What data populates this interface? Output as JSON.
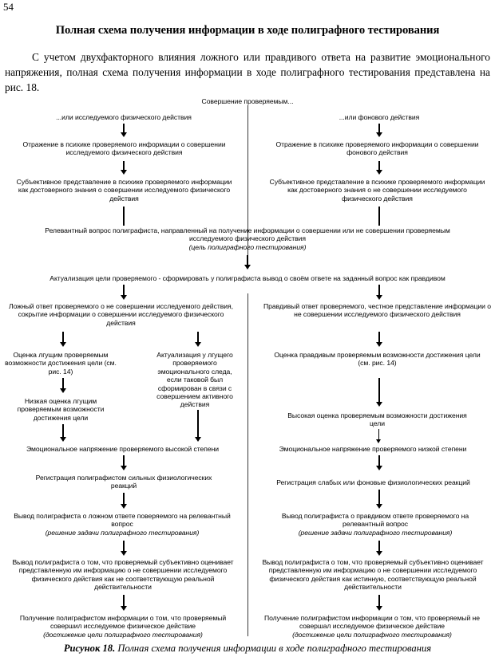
{
  "page": {
    "number": "54",
    "title": "Полная схема получения информации в ходе полиграфного тестирования",
    "intro": "С учетом двухфакторного влияния ложного или правдивого ответа на развитие эмоционального напряжения, полная схема получения информации в ходе полиграфного тестирования представлена на рис. 18.",
    "caption_label": "Рисунок 18.",
    "caption_text": " Полная схема получения информации в ходе полиграфного тестирования"
  },
  "diagram": {
    "header": "Совершение проверяемым...",
    "left": {
      "n1": "...или исследуемого физического действия",
      "n2": "Отражение в психике проверяемого информации о совершении исследуемого физического действия",
      "n3": "Субъективное представление в психике проверяемого информации как достоверного знания о совершении исследуемого физического действия",
      "n4": "Ложный ответ проверяемого о не совершении исследуемого действия, сокрытие информации о совершении исследуемого физического действия",
      "n5": "Оценка лгущим проверяемым возможности достижения цели (см. рис. 14)",
      "n6": "Низкая оценка лгущим проверяемым возможности достижения цели",
      "n7": "Эмоциональное напряжение проверяемого высокой степени",
      "n8": "Регистрация полиграфистом сильных физиологических реакций",
      "n9_main": "Вывод полиграфиста о ложном ответе поверяемого на релевантный вопрос",
      "n9_italic": "(решение задачи полиграфного тестирования)",
      "n10": "Вывод полиграфиста о том, что проверяемый субъективно оценивает представленную им информацию о не совершении исследуемого физического действия как не соответствующую реальной действительности",
      "n11_main": "Получение полиграфистом информации о том, что проверяемый совершил исследуемое физическое действие",
      "n11_italic": "(достижение цели полиграфного тестирования)"
    },
    "middle": {
      "n1": "Актуализация у лгущего проверяемого эмоционального следа, если таковой был сформирован в связи с совершением активного действия"
    },
    "center": {
      "relevant_main": "Релевантный вопрос полиграфиста, направленный на получение информации о совершении или не совершении проверяемым исследуемого физического действия",
      "relevant_italic": "(цель полиграфного тестирования)",
      "actualization": "Актуализация цели проверяемого - сформировать у полиграфиста вывод о своём ответе на заданный вопрос как правдивом"
    },
    "right": {
      "n1": "...или фонового действия",
      "n2": "Отражение в психике проверяемого информации о совершении фонового действия",
      "n3": "Субъективное представление в психике проверяемого информации как достоверного знания о не совершении исследуемого физического действия",
      "n4": "Правдивый ответ проверяемого, честное представление информации о не совершении исследуемого физического действия",
      "n5": "Оценка правдивым проверяемым возможности достижения цели (см. рис. 14)",
      "n6": "Высокая оценка проверяемым возможности достижения цели",
      "n7": "Эмоциональное напряжение проверяемого низкой степени",
      "n8": "Регистрация слабых или фоновые физиологических реакций",
      "n9_main": "Вывод полиграфиста о правдивом ответе проверяемого на релевантный вопрос",
      "n9_italic": "(решение задачи полиграфного тестирования)",
      "n10": "Вывод полиграфиста о том, что проверяемый субъективно оценивает представленную им информацию о не совершении исследуемого физического действия как истинную, соответствующую реальной действительности",
      "n11_main": "Получение полиграфистом информации о том, что проверяемый не совершал исследуемое физическое действие",
      "n11_italic": "(достижение цели полиграфного тестирования)"
    }
  },
  "colors": {
    "text": "#000000",
    "rule": "#3a3a3a",
    "background": "#ffffff"
  }
}
